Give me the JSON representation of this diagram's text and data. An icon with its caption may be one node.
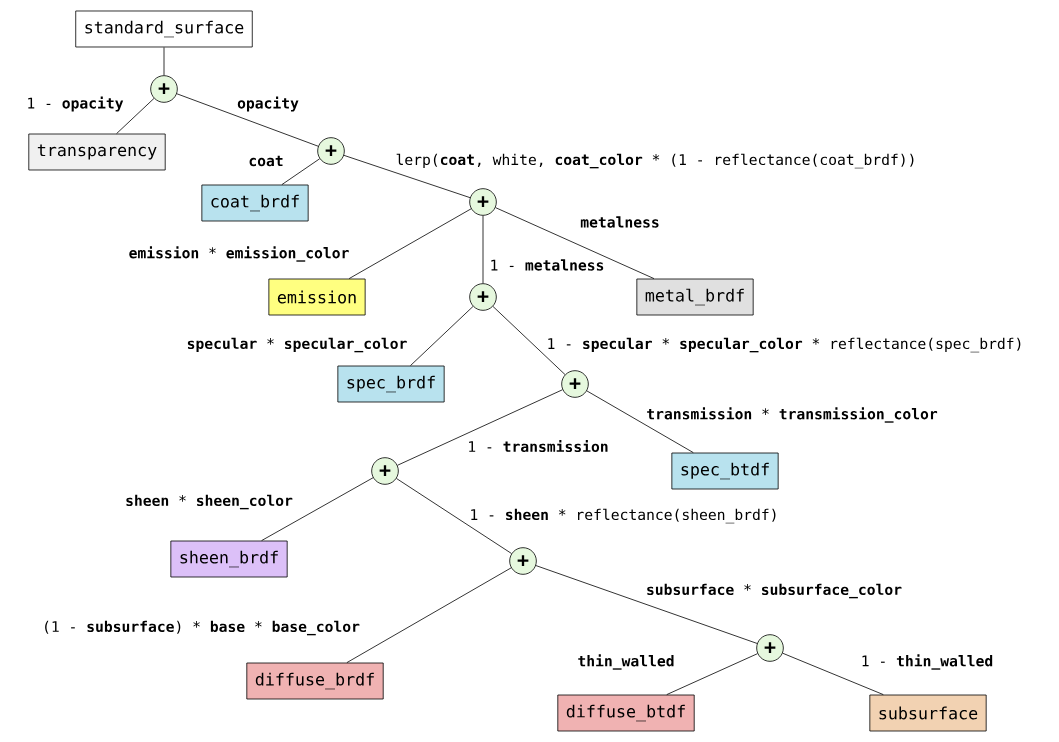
{
  "diagram": {
    "nodes": [
      {
        "text": [
          "standard_surface"
        ]
      },
      {
        "text": [
          "+"
        ]
      },
      {
        "text": [
          "transparency"
        ]
      },
      {
        "text": [
          "+"
        ]
      },
      {
        "text": [
          "coat_brdf"
        ]
      },
      {
        "text": [
          "+"
        ]
      },
      {
        "text": [
          "emission"
        ]
      },
      {
        "text": [
          "+"
        ]
      },
      {
        "text": [
          "metal_brdf"
        ]
      },
      {
        "text": [
          "spec_brdf"
        ]
      },
      {
        "text": [
          "+"
        ]
      },
      {
        "text": [
          "+"
        ]
      },
      {
        "text": [
          "spec_btdf"
        ]
      },
      {
        "text": [
          "sheen_brdf"
        ]
      },
      {
        "text": [
          "+"
        ]
      },
      {
        "text": [
          "diffuse_brdf"
        ]
      },
      {
        "text": [
          "+"
        ]
      },
      {
        "text": [
          "diffuse_btdf"
        ]
      },
      {
        "text": [
          "subsurface"
        ]
      }
    ],
    "edges": [
      {
        "from": 0,
        "to": 1,
        "arrow": "none"
      },
      {
        "from": 1,
        "to": 2,
        "arrow": "none",
        "label": "1 - **opacity**"
      },
      {
        "from": 1,
        "to": 3,
        "arrow": "none",
        "label": "**opacity**"
      },
      {
        "from": 3,
        "to": 4,
        "arrow": "none",
        "label": "**coat**"
      },
      {
        "from": 3,
        "to": 5,
        "arrow": "none",
        "label": "lerp(**coat**, white, **coat_color** * (1 - reflectance(coat_brdf))"
      },
      {
        "from": 5,
        "to": 6,
        "arrow": "none",
        "label": "**emission** * **emission_color**"
      },
      {
        "from": 5,
        "to": 7,
        "arrow": "none",
        "label": "1 - **metalness**"
      },
      {
        "from": 5,
        "to": 8,
        "arrow": "none",
        "label": "**metalness**"
      },
      {
        "from": 7,
        "to": 9,
        "arrow": "none",
        "label": "**specular** * **specular_color**"
      },
      {
        "from": 7,
        "to": 10,
        "arrow": "none",
        "label": "1 - **specular** * **specular_color** * reflectance(spec_brdf)"
      },
      {
        "from": 10,
        "to": 11,
        "arrow": "none",
        "label": "1 - **transmission**"
      },
      {
        "from": 10,
        "to": 12,
        "arrow": "none",
        "label": "**transmission** * **transmission_color**"
      },
      {
        "from": 11,
        "to": 13,
        "arrow": "none",
        "label": "**sheen** * **sheen_color**"
      },
      {
        "from": 11,
        "to": 14,
        "arrow": "none",
        "label": "1 - **sheen** * reflectance(sheen_brdf)"
      },
      {
        "from": 14,
        "to": 15,
        "arrow": "none",
        "label": "(1 - **subsurface**) * **base** * **base_color**"
      },
      {
        "from": 14,
        "to": 16,
        "arrow": "none",
        "label": "**subsurface** * **subsurface_color**"
      },
      {
        "from": 16,
        "to": 17,
        "arrow": "none",
        "label": "**thin_walled**"
      },
      {
        "from": 16,
        "to": 18,
        "arrow": "none",
        "label": "1 - **thin_walled**"
      }
    ]
  }
}
